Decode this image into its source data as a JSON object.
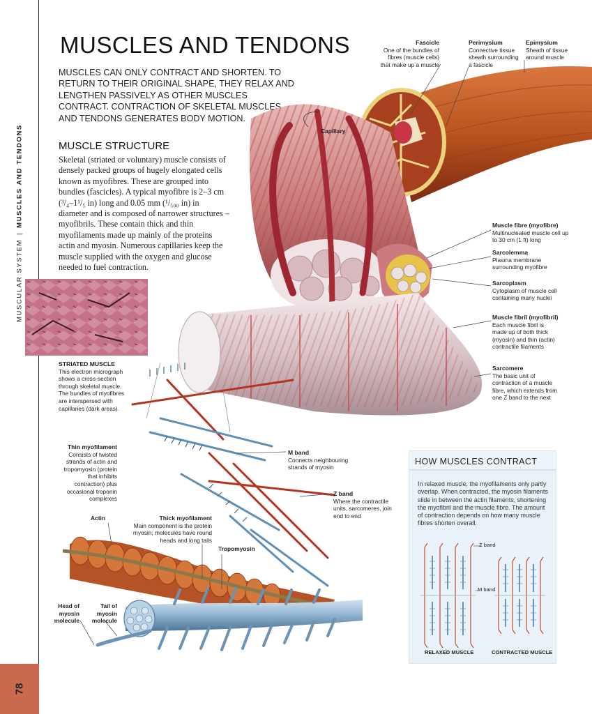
{
  "side": {
    "section": "MUSCULAR SYSTEM",
    "divider": "|",
    "topic": "MUSCLES AND TENDONS",
    "page_number": "78"
  },
  "title": "MUSCLES AND TENDONS",
  "intro": "MUSCLES CAN ONLY CONTRACT AND SHORTEN. TO RETURN TO THEIR ORIGINAL SHAPE, THEY RELAX AND LENGTHEN PASSIVELY AS OTHER MUSCLES CONTRACT. CONTRACTION OF SKELETAL MUSCLES AND TENDONS GENERATES BODY MOTION.",
  "structure": {
    "heading": "MUSCLE STRUCTURE",
    "body": "Skeletal (striated or voluntary) muscle consists of densely packed groups of hugely elongated cells known as myofibres. These are grouped into bundles (fascicles). A typical myofibre is 2–3 cm (³/₄–1¹/₅ in) long and 0.05 mm (¹/₅₀₀ in) in diameter and is composed of narrower structures – myofibrils. These contain thick and thin myofilaments made up mainly of the proteins actin and myosin. Numerous capillaries keep the muscle supplied with the oxygen and glucose needed to fuel contraction."
  },
  "micrograph": {
    "title": "STRIATED MUSCLE",
    "text": "This electron micrograph shows a cross-section through skeletal muscle. The bundles of myofibres are interspersed with capillaries (dark areas)."
  },
  "labels": {
    "fascicle": {
      "title": "Fascicle",
      "text": "One of the bundles of fibres (muscle cells) that make up a muscle"
    },
    "perimysium": {
      "title": "Perimysium",
      "text": "Connective tissue sheath surrounding a fascicle"
    },
    "epimysium": {
      "title": "Epimysium",
      "text": "Sheath of tissue around muscle"
    },
    "capillary": {
      "title": "Capillary"
    },
    "muscle_fibre": {
      "title": "Muscle fibre (myofibre)",
      "text": "Multinucleated muscle cell up to 30 cm (1 ft) long"
    },
    "sarcolemma": {
      "title": "Sarcolemma",
      "text": "Plasma membrane surrounding myofibre"
    },
    "sarcoplasm": {
      "title": "Sarcoplasm",
      "text": "Cytoplasm of muscle cell containing many nuclei"
    },
    "muscle_fibril": {
      "title": "Muscle fibril (myofibril)",
      "text": "Each muscle fibril is made up of both thick (myosin) and thin (actin) contractile filaments"
    },
    "sarcomere": {
      "title": "Sarcomere",
      "text": "The basic unit of contraction of a muscle fibre, which extends from one Z band to the next"
    },
    "thin_myofilament": {
      "title": "Thin myofilament",
      "text": "Consists of twisted strands of actin and tropomyosin (protein that inhibits contraction) plus occasional troponin complexes"
    },
    "m_band": {
      "title": "M band",
      "text": "Connects neighbouring strands of myosin"
    },
    "z_band": {
      "title": "Z band",
      "text": "Where the contractile units, sarcomeres, join end to end"
    },
    "actin": {
      "title": "Actin"
    },
    "thick_myofilament": {
      "title": "Thick myofilament",
      "text": "Main component is the protein myosin; molecules have round heads and long tails"
    },
    "tropomyosin": {
      "title": "Tropomyosin"
    },
    "head_myosin": {
      "title": "Head of myosin molecule"
    },
    "tail_myosin": {
      "title": "Tail of myosin molecule"
    }
  },
  "contract_box": {
    "heading": "HOW MUSCLES CONTRACT",
    "text": "In relaxed muscle, the myofilaments only partly overlap. When contracted, the myosin filaments slide in between the actin filaments, shortening the myofibril and the muscle fibre. The amount of contraction depends on how many muscle fibres shorten overall.",
    "z_band": "Z band",
    "m_band": "M band",
    "relaxed": "RELAXED MUSCLE",
    "contracted": "CONTRACTED MUSCLE"
  },
  "colors": {
    "accent_strip": "#c96a4f",
    "muscle_red": "#b0303a",
    "filament_blue": "#5f8fb5",
    "box_bg": "#e8f2f8"
  }
}
